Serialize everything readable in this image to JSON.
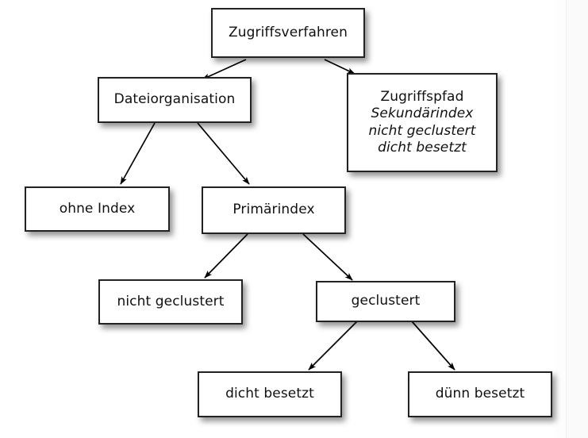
{
  "diagram": {
    "title": "Zugriffsverfahren",
    "type": "tree-diagram",
    "background_color": "#ffffff",
    "box_fill_color": "#ffffff",
    "box_border_color": "#222222",
    "text_color": "#101010",
    "arrow_color": "#000000",
    "nodes": [
      {
        "id": "zugriffsverfahren",
        "lines": [
          {
            "text": "Zugriffsverfahren",
            "italic": false
          }
        ]
      },
      {
        "id": "dateiorganisation",
        "lines": [
          {
            "text": "Dateiorganisation",
            "italic": false
          }
        ]
      },
      {
        "id": "zugriffspfad",
        "lines": [
          {
            "text": "Zugriffspfad",
            "italic": false
          },
          {
            "text": "Sekundärindex",
            "italic": true
          },
          {
            "text": "nicht geclustert",
            "italic": true
          },
          {
            "text": "dicht besetzt",
            "italic": true
          }
        ]
      },
      {
        "id": "ohne-index",
        "lines": [
          {
            "text": "ohne Index",
            "italic": false
          }
        ]
      },
      {
        "id": "primaerindex",
        "lines": [
          {
            "text": "Primärindex",
            "italic": false
          }
        ]
      },
      {
        "id": "nicht-geclustert",
        "lines": [
          {
            "text": "nicht geclustert",
            "italic": false
          }
        ]
      },
      {
        "id": "geclustert",
        "lines": [
          {
            "text": "geclustert",
            "italic": false
          }
        ]
      },
      {
        "id": "dicht-besetzt",
        "lines": [
          {
            "text": "dicht besetzt",
            "italic": false
          }
        ]
      },
      {
        "id": "duenn-besetzt",
        "lines": [
          {
            "text": "dünn besetzt",
            "italic": false
          }
        ]
      }
    ],
    "edges": [
      {
        "from": "zugriffsverfahren",
        "to": "dateiorganisation"
      },
      {
        "from": "zugriffsverfahren",
        "to": "zugriffspfad"
      },
      {
        "from": "dateiorganisation",
        "to": "ohne-index"
      },
      {
        "from": "dateiorganisation",
        "to": "primaerindex"
      },
      {
        "from": "primaerindex",
        "to": "nicht-geclustert"
      },
      {
        "from": "primaerindex",
        "to": "geclustert"
      },
      {
        "from": "geclustert",
        "to": "dicht-besetzt"
      },
      {
        "from": "geclustert",
        "to": "duenn-besetzt"
      }
    ]
  }
}
